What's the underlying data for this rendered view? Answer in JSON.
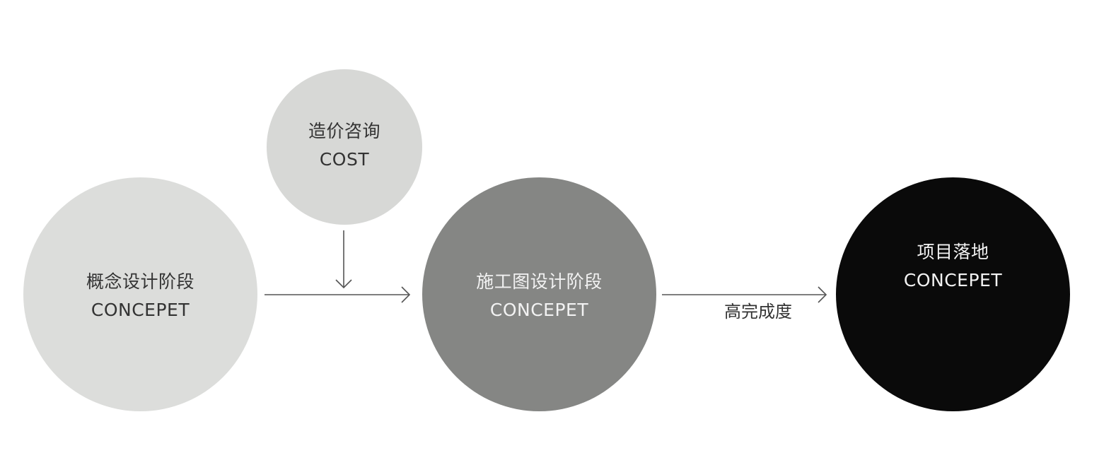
{
  "diagram": {
    "nodes": {
      "concept": {
        "title": "概念设计阶段",
        "subtitle": "CONCEPET",
        "fill": "#dcdddb",
        "text_color": "#333333"
      },
      "cost": {
        "title": "造价咨询",
        "subtitle": "COST",
        "fill": "#d7d8d6",
        "text_color": "#333333"
      },
      "drawing": {
        "title": "施工图设计阶段",
        "subtitle": "CONCEPET",
        "fill": "#858684",
        "text_color": "#f2f2f2"
      },
      "landing": {
        "title": "项目落地",
        "subtitle": "CONCEPET",
        "fill": "#0a0a0a",
        "text_color": "#f2f2f2"
      }
    },
    "edges": {
      "quality_label": "高完成度"
    },
    "colors": {
      "arrow": "#555555",
      "label": "#333333"
    }
  }
}
